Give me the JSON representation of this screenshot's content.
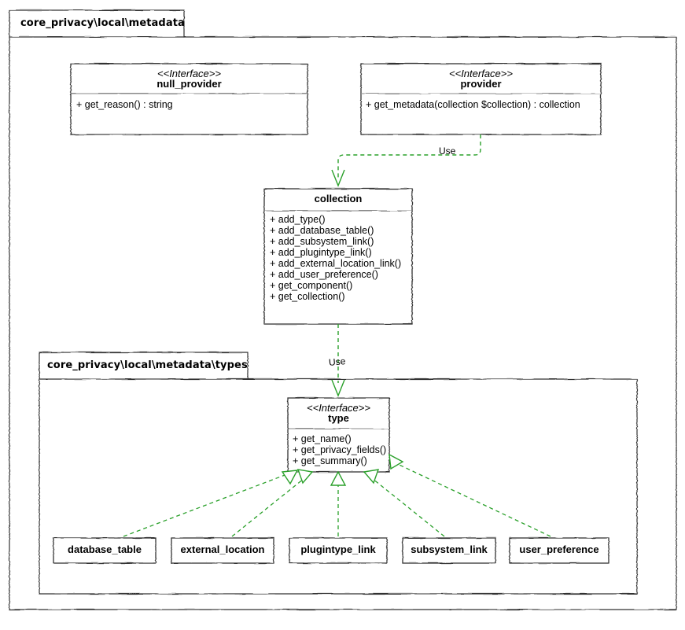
{
  "diagram": {
    "kind": "uml-class-diagram",
    "stereotype_label": "<<Interface>>",
    "colors": {
      "stroke": "#333333",
      "box_fill": "#ffffff",
      "text": "#000000",
      "relation_green": "#2aa02a",
      "background": "#ffffff"
    }
  },
  "packages": [
    {
      "id": "pkg-metadata",
      "name": "core_privacy\\local\\metadata"
    },
    {
      "id": "pkg-types",
      "name": "core_privacy\\local\\metadata\\types"
    }
  ],
  "classes": [
    {
      "id": "null_provider",
      "stereotype": "<<Interface>>",
      "name": "null_provider",
      "members": [
        "+ get_reason() : string"
      ]
    },
    {
      "id": "provider",
      "stereotype": "<<Interface>>",
      "name": "provider",
      "members": [
        "+ get_metadata(collection $collection) : collection"
      ]
    },
    {
      "id": "collection",
      "stereotype": "",
      "name": "collection",
      "members": [
        "+ add_type()",
        "+ add_database_table()",
        "+ add_subsystem_link()",
        "+ add_plugintype_link()",
        "+ add_external_location_link()",
        "+ add_user_preference()",
        "+ get_component()",
        "+ get_collection()"
      ]
    },
    {
      "id": "type",
      "stereotype": "<<Interface>>",
      "name": "type",
      "members": [
        "+ get_name()",
        "+ get_privacy_fields()",
        "+ get_summary()"
      ]
    },
    {
      "id": "database_table",
      "stereotype": "",
      "name": "database_table",
      "members": []
    },
    {
      "id": "external_location",
      "stereotype": "",
      "name": "external_location",
      "members": []
    },
    {
      "id": "plugintype_link",
      "stereotype": "",
      "name": "plugintype_link",
      "members": []
    },
    {
      "id": "subsystem_link",
      "stereotype": "",
      "name": "subsystem_link",
      "members": []
    },
    {
      "id": "user_preference",
      "stereotype": "",
      "name": "user_preference",
      "members": []
    }
  ],
  "relations": [
    {
      "id": "rel-provider-collection",
      "type": "dependency",
      "label": "Use",
      "from": "provider",
      "to": "collection"
    },
    {
      "id": "rel-collection-type",
      "type": "dependency",
      "label": "Use",
      "from": "collection",
      "to": "type"
    },
    {
      "id": "rel-database_table-type",
      "type": "realization",
      "label": "",
      "from": "database_table",
      "to": "type"
    },
    {
      "id": "rel-external_location-type",
      "type": "realization",
      "label": "",
      "from": "external_location",
      "to": "type"
    },
    {
      "id": "rel-plugintype_link-type",
      "type": "realization",
      "label": "",
      "from": "plugintype_link",
      "to": "type"
    },
    {
      "id": "rel-subsystem_link-type",
      "type": "realization",
      "label": "",
      "from": "subsystem_link",
      "to": "type"
    },
    {
      "id": "rel-user_preference-type",
      "type": "realization",
      "label": "",
      "from": "user_preference",
      "to": "type"
    }
  ]
}
